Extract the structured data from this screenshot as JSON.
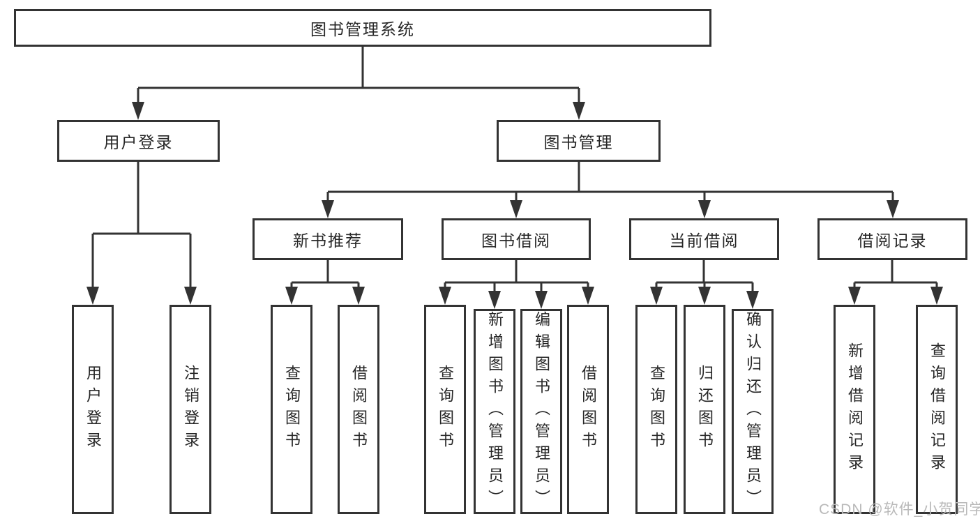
{
  "chart_data": {
    "type": "table",
    "note": "hierarchy diagram (org-chart style tree)"
  },
  "tree": {
    "label": "图书管理系统",
    "children": [
      {
        "label": "用户登录",
        "children": [
          {
            "label": "用户登录"
          },
          {
            "label": "注销登录"
          }
        ]
      },
      {
        "label": "图书管理",
        "children": [
          {
            "label": "新书推荐",
            "children": [
              {
                "label": "查询图书"
              },
              {
                "label": "借阅图书"
              }
            ]
          },
          {
            "label": "图书借阅",
            "children": [
              {
                "label": "查询图书"
              },
              {
                "label": "新增图书（管理员）"
              },
              {
                "label": "编辑图书（管理员）"
              },
              {
                "label": "借阅图书"
              }
            ]
          },
          {
            "label": "当前借阅",
            "children": [
              {
                "label": "查询图书"
              },
              {
                "label": "归还图书"
              },
              {
                "label": "确认归还（管理员）"
              }
            ]
          },
          {
            "label": "借阅记录",
            "children": [
              {
                "label": "新增借阅记录"
              },
              {
                "label": "查询借阅记录"
              }
            ]
          }
        ]
      }
    ]
  },
  "watermark": {
    "text": "CSDN @软件_小贺同学"
  },
  "colors": {
    "line": "#333333",
    "text": "#262626",
    "background": "#ffffff",
    "watermark": "#b9b9b9"
  }
}
